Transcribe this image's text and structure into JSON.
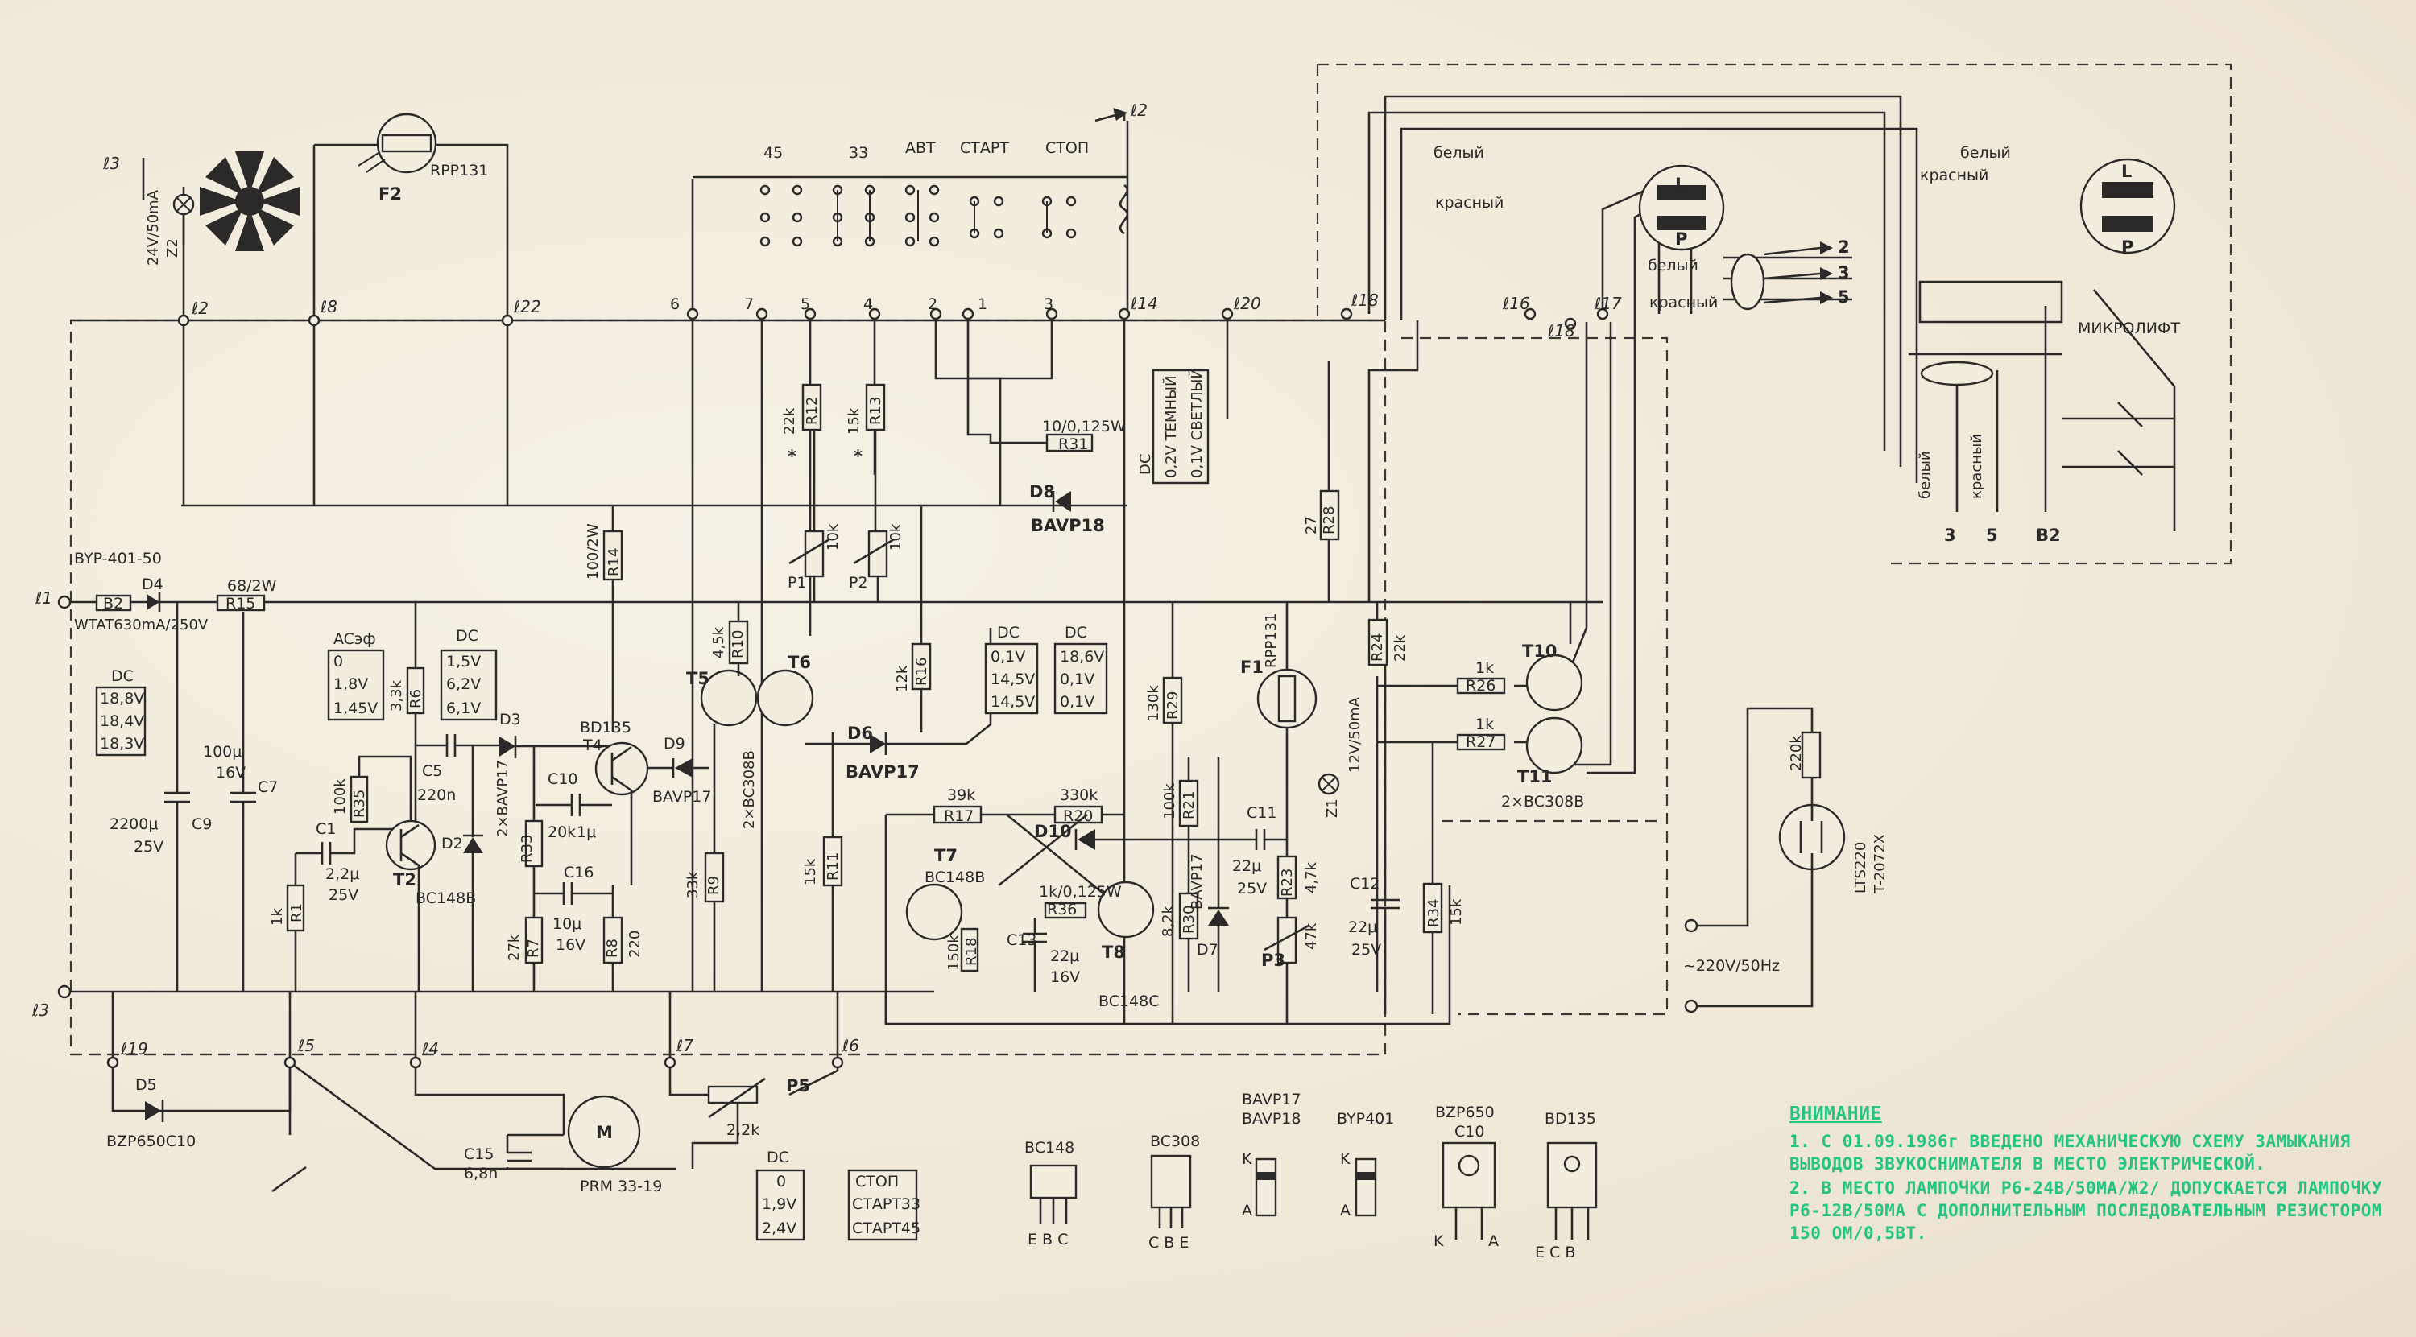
{
  "labels": {
    "n_l3_top": "ℓ3",
    "n_l2": "ℓ2",
    "n_l8": "ℓ8",
    "n_l22": "ℓ22",
    "n_l14": "ℓ14",
    "n_l20": "ℓ20",
    "n_l18": "ℓ18",
    "n_l16": "ℓ16",
    "n_l18b": "ℓ18",
    "n_l17": "ℓ17",
    "n_l1": "ℓ1",
    "n_l3_bot": "ℓ3",
    "n_l19": "ℓ19",
    "n_l5": "ℓ5",
    "n_l4": "ℓ4",
    "n_l7": "ℓ7",
    "n_l6": "ℓ6",
    "n_l2_top": "ℓ2",
    "f2": "F2",
    "rpp131_top": "RPP131",
    "lamp_rating": "24V/50mA",
    "z2": "Z2",
    "sw45": "45",
    "sw33": "33",
    "avt": "АВТ",
    "start": "СТАРТ",
    "stop": "СТОП",
    "pin6": "6",
    "pin7": "7",
    "pin5": "5",
    "pin4": "4",
    "pin2": "2",
    "pin1": "1",
    "pin3": "3",
    "beliy": "белый",
    "krasniy": "красный",
    "beliy2": "белый",
    "krasniy2": "красный",
    "out2": "2",
    "out3": "3",
    "out5": "5",
    "beliy3": "белый",
    "krasniy3": "красный",
    "mikrolift": "МИКРОЛИФТ",
    "beliy4": "белый",
    "krasniy4": "красный",
    "b3": "3",
    "b5": "5",
    "b2": "B2",
    "coil_L": "L",
    "coil_P": "P",
    "coil_L2": "L",
    "coil_P2": "P",
    "r12": "R12",
    "r12v": "22k",
    "r13": "R13",
    "r13v": "15k",
    "star1": "*",
    "star2": "*",
    "r31": "R31",
    "r31v": "10/0,125W",
    "dc_vert": "DC",
    "temn": "0,2V ТЕМНЫЙ",
    "svetl": "0,1V СВЕТЛЫЙ",
    "d8": "D8",
    "d8t": "BAVP18",
    "r28": "R28",
    "r28v": "27",
    "p1": "P1",
    "p1v": "10k",
    "p2": "P2",
    "p2v": "10k",
    "byp": "BYP-401-50",
    "d4": "D4",
    "fuse": "WTAT630mA/250V",
    "r15": "R15",
    "r15v": "68/2W",
    "dc1": "DC",
    "dc1a": "18,8V",
    "dc1b": "18,4V",
    "dc1c": "18,3V",
    "ac": "ACэф",
    "ac1": "0",
    "ac2": "1,8V",
    "ac3": "1,45V",
    "dc2": "DC",
    "dc2a": "1,5V",
    "dc2b": "6,2V",
    "dc2c": "6,1V",
    "r14": "R14",
    "r14v": "100/2W",
    "r10": "R10",
    "r10v": "4,5k",
    "t5": "T5",
    "t6": "T6",
    "t56": "2×BC308B",
    "r16": "R16",
    "r16v": "12k",
    "dc3": "DC",
    "dc3a": "0,1V",
    "dc3b": "14,5V",
    "dc3c": "14,5V",
    "dc4": "DC",
    "dc4a": "18,6V",
    "dc4b": "0,1V",
    "dc4c": "0,1V",
    "r29": "R29",
    "r29v": "130k",
    "f1": "F1",
    "rpp131": "RPP131",
    "z1": "Z1",
    "lamp2": "12V/50mA",
    "r24": "R24",
    "r24v": "22k",
    "r26": "R26",
    "r26v": "1k",
    "r27": "R27",
    "r27v": "1k",
    "t10": "T10",
    "t11": "T11",
    "t1011": "2×BC308B",
    "r35": "R35",
    "r35v": "100k",
    "r6": "R6",
    "r6v": "3,3k",
    "c5": "C5",
    "c5v": "220n",
    "d3": "D3",
    "d2": "D2",
    "d23": "2×BAVP17",
    "bd135": "BD135",
    "t4": "T4",
    "d9": "D9",
    "d9t": "BAVP17",
    "c10": "C10",
    "c10v": "1μ",
    "t2": "T2",
    "t2t": "BC148B",
    "c1": "C1",
    "c1v": "2,2μ",
    "c1v2": "25V",
    "c7": "C7",
    "c7v": "100μ",
    "c7v2": "16V",
    "c9": "C9",
    "c9v": "2200μ",
    "c9v2": "25V",
    "r1": "R1",
    "r1v": "1k",
    "r33": "R33",
    "r33v": "20k",
    "c16": "C16",
    "c16v": "10μ",
    "c16v2": "16V",
    "r7": "R7",
    "r7v": "27k",
    "r8": "R8",
    "r8v": "220",
    "r9": "R9",
    "r9v": "33k",
    "r11": "R11",
    "r11v": "15k",
    "d6": "D6",
    "d6t": "BAVP17",
    "r17": "R17",
    "r17v": "39k",
    "r20": "R20",
    "r20v": "330k",
    "d10": "D10",
    "t7": "T7",
    "t7t": "BC148B",
    "r18": "R18",
    "r18v": "150k",
    "r36": "R36",
    "r36v": "1k/0,125W",
    "c13": "C13",
    "c13v": "22μ",
    "c13v2": "16V",
    "t8": "T8",
    "t8t": "BC148C",
    "r30": "R30",
    "r30v": "8,2k",
    "r21": "R21",
    "r21v": "100k",
    "d7": "D7",
    "d7t": "BAVP17",
    "c11": "C11",
    "c11v": "22μ",
    "c11v2": "25V",
    "r23": "R23",
    "r23v": "4,7k",
    "p3": "P3",
    "p3v": "47k",
    "c12": "C12",
    "c12v": "22μ",
    "c12v2": "25V",
    "r34": "R34",
    "r34v": "15k",
    "r220k": "220k",
    "lts": "LTS220",
    "lts2": "T-2072X",
    "mains": "~220V/50Hz",
    "d5": "D5",
    "d5t": "BZP650C10",
    "c15": "C15",
    "c15v": "6,8n",
    "motor": "M",
    "motor_t": "PRM 33-19",
    "p5": "P5",
    "p5v": "2,2k",
    "dc5": "DC",
    "dc5a": "0",
    "dc5b": "1,9V",
    "dc5c": "2,4V",
    "mode1": "СТОП",
    "mode2": "СТАРТ33",
    "mode3": "СТАРТ45",
    "pk_bc148": "BC148",
    "pk_bc148p": "E B C",
    "pk_bc308": "BC308",
    "pk_bc308p": "C B E",
    "pk_bavp": "BAVP17",
    "pk_bavp2": "BAVP18",
    "pk_byp": "BYP401",
    "pk_bzp": "BZP650",
    "pk_bzp2": "C10",
    "pk_bd": "BD135",
    "pk_bdp": "E C B",
    "pk_K": "K",
    "pk_A": "A",
    "pk_K2": "K",
    "pk_A2": "A",
    "pk_K3": "K",
    "pk_A3": "A"
  },
  "note": {
    "title": "ВНИМАНИЕ",
    "p1": "1. С 01.09.1986г ВВЕДЕНО МЕХАНИЧЕСКУЮ СХЕМУ ЗАМЫКАНИЯ ВЫВОДОВ ЗВУКОСНИМАТЕЛЯ В МЕСТО ЭЛЕКТРИЧЕСКОЙ.",
    "p2": "2. В МЕСТО ЛАМПОЧКИ Р6-24В/50МА/Ж2/ ДОПУСКАЕТСЯ ЛАМПОЧКУ Р6-12В/50МА С ДОПОЛНИТЕЛЬНЫМ ПОСЛЕДОВАТЕЛЬНЫМ РЕЗИСТОРОМ 150 ОМ/0,5ВТ."
  },
  "colors": {
    "ink": "#2c2a29",
    "paper": "#f3ede0",
    "note": "#26c483"
  }
}
